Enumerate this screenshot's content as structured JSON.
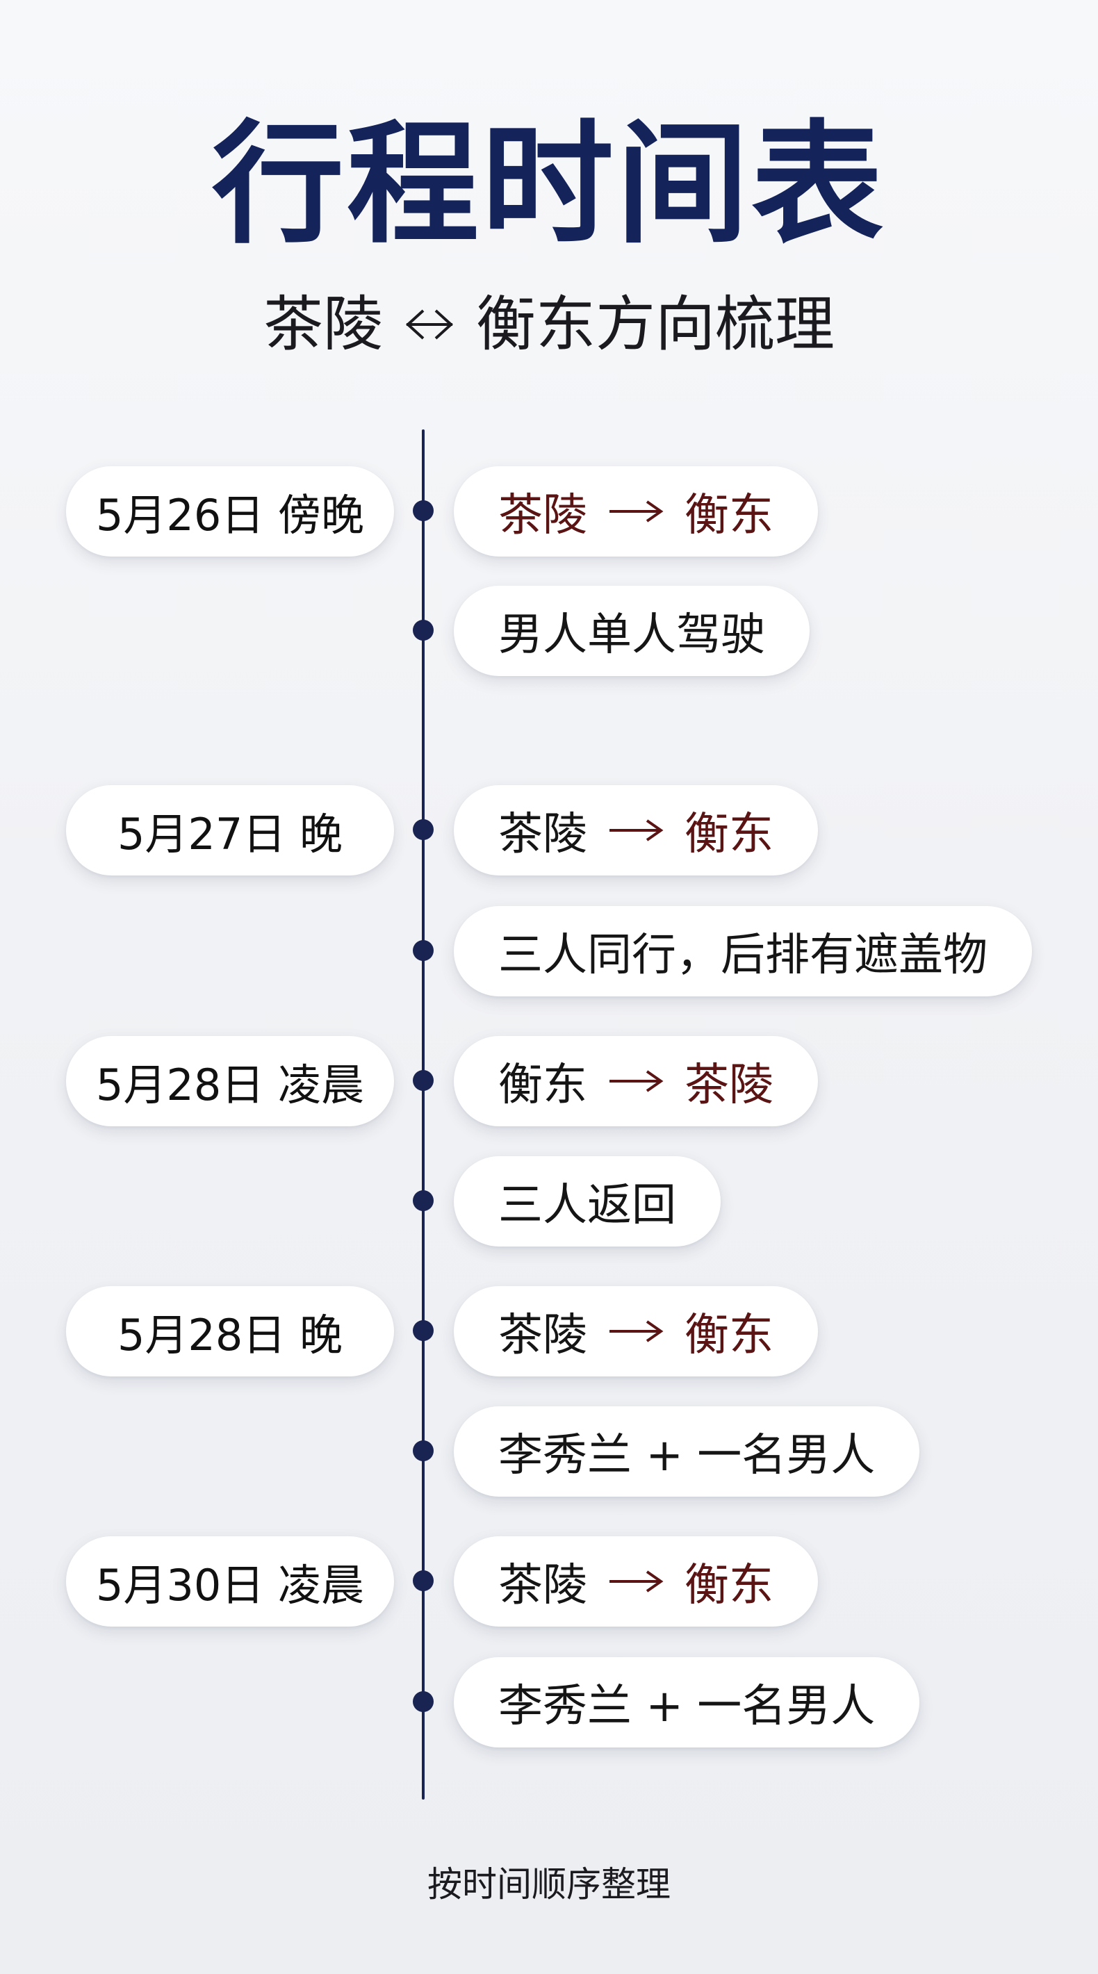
{
  "title": "行程时间表",
  "subtitle": {
    "left": "茶陵",
    "icon": "bidirectional-arrow-icon",
    "right": "衡东方向梳理"
  },
  "colors": {
    "title": "#14235a",
    "timeline": "#1a2452",
    "route_accent": "#5a1414"
  },
  "entries": [
    {
      "date": "5月26日 傍晚",
      "route": {
        "from": "茶陵",
        "to": "衡东"
      },
      "note": "男人单人驾驶"
    },
    {
      "date": "5月27日 晚",
      "route": {
        "from": "茶陵",
        "to": "衡东"
      },
      "note": "三人同行，后排有遮盖物"
    },
    {
      "date": "5月28日 凌晨",
      "route": {
        "from": "衡东",
        "to": "茶陵"
      },
      "note": "三人返回"
    },
    {
      "date": "5月28日 晚",
      "route": {
        "from": "茶陵",
        "to": "衡东"
      },
      "note": "李秀兰 + 一名男人"
    },
    {
      "date": "5月30日 凌晨",
      "route": {
        "from": "茶陵",
        "to": "衡东"
      },
      "note": "李秀兰 + 一名男人"
    }
  ],
  "footer": "按时间顺序整理"
}
